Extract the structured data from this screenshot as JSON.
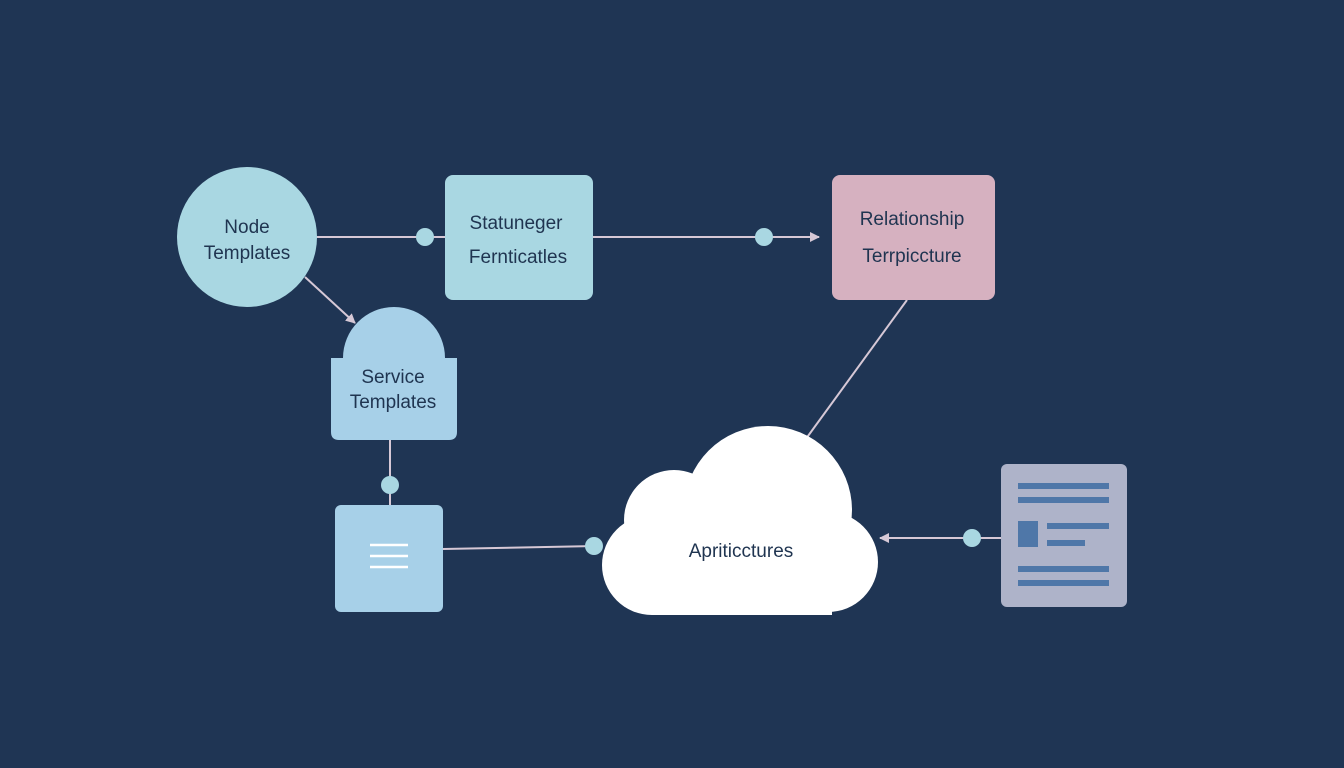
{
  "colors": {
    "background": "#1f3554",
    "teal_node": "#a9d7e2",
    "blue_node": "#a7d0e8",
    "pink_node": "#d6b1c0",
    "cloud": "#ffffff",
    "document_card": "#aeb3c9",
    "document_lines": "#4f77a8",
    "connector": "#d6c8d6",
    "connector_dot": "#a9d7e2",
    "label_text": "#1f3450"
  },
  "nodes": {
    "node_templates": {
      "line1": "Node",
      "line2": "Templates",
      "icon": "circle-node"
    },
    "statuneger": {
      "line1": "Statuneger",
      "line2": "Fernticatles",
      "icon": "rounded-box"
    },
    "relationship": {
      "line1": "Relationship",
      "line2": "Terrpiccture",
      "icon": "rounded-box"
    },
    "service_templates": {
      "line1": "Service",
      "line2": "Templates",
      "icon": "dome-box"
    },
    "menu_box": {
      "icon": "hamburger-menu-icon"
    },
    "cloud": {
      "label": "Apriticctures",
      "icon": "cloud-icon"
    },
    "document": {
      "icon": "document-icon"
    }
  }
}
